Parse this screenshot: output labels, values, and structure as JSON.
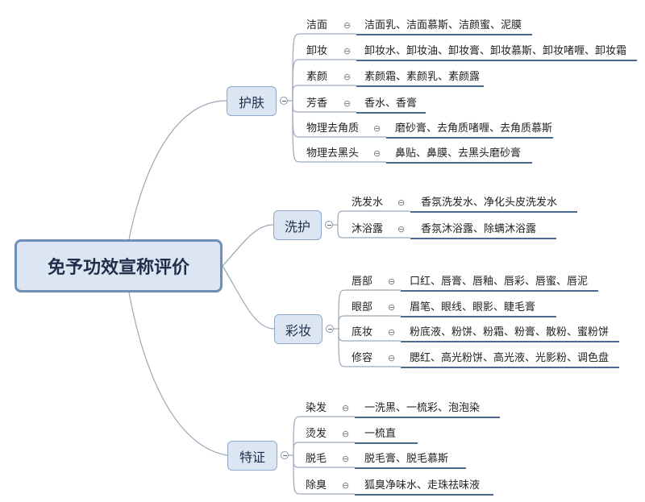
{
  "root": "免予功效宣称评价",
  "branches": [
    {
      "label": "护肤",
      "items": [
        {
          "label": "洁面",
          "detail": "洁面乳、洁面慕斯、洁颜蜜、泥膜"
        },
        {
          "label": "卸妆",
          "detail": "卸妆水、卸妆油、卸妆膏、卸妆慕斯、卸妆啫喱、卸妆霜"
        },
        {
          "label": "素颜",
          "detail": "素颜霜、素颜乳、素颜露"
        },
        {
          "label": "芳香",
          "detail": "香水、香膏"
        },
        {
          "label": "物理去角质",
          "detail": "磨砂膏、去角质啫喱、去角质慕斯"
        },
        {
          "label": "物理去黑头",
          "detail": "鼻贴、鼻膜、去黑头磨砂膏"
        }
      ]
    },
    {
      "label": "洗护",
      "items": [
        {
          "label": "洗发水",
          "detail": "香氛洗发水、净化头皮洗发水"
        },
        {
          "label": "沐浴露",
          "detail": "香氛沐浴露、除螨沐浴露"
        }
      ]
    },
    {
      "label": "彩妆",
      "items": [
        {
          "label": "唇部",
          "detail": "口红、唇膏、唇釉、唇彩、唇蜜、唇泥"
        },
        {
          "label": "眼部",
          "detail": "眉笔、眼线、眼影、睫毛膏"
        },
        {
          "label": "底妆",
          "detail": "粉底液、粉饼、粉霜、粉膏、散粉、蜜粉饼"
        },
        {
          "label": "修容",
          "detail": "腮红、高光粉饼、高光液、光影粉、调色盘"
        }
      ]
    },
    {
      "label": "特证",
      "items": [
        {
          "label": "染发",
          "detail": "一洗黑、一梳彩、泡泡染"
        },
        {
          "label": "烫发",
          "detail": "一梳直"
        },
        {
          "label": "脱毛",
          "detail": "脱毛膏、脱毛慕斯"
        },
        {
          "label": "除臭",
          "detail": "狐臭净味水、走珠祛味液"
        }
      ]
    }
  ],
  "colors": {
    "node_fill": "#dce6f3",
    "node_border": "#6d8fb8",
    "line": "#9aa8b8",
    "underline": "#4a6a90"
  }
}
